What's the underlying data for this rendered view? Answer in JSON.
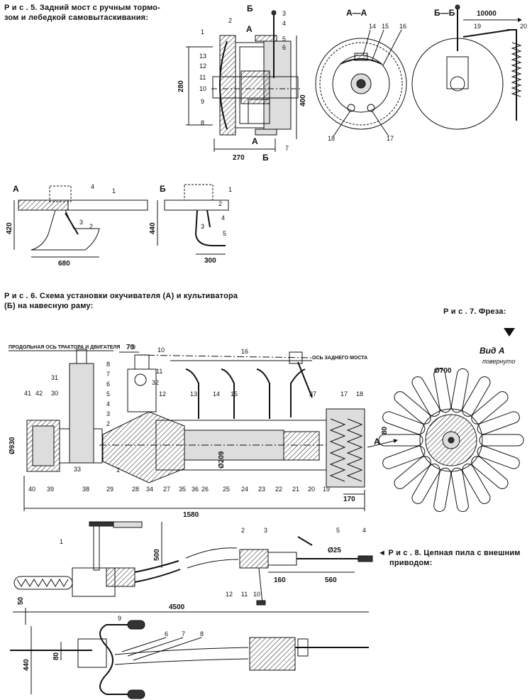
{
  "captions": {
    "fig5": "Р и с . 5. Задний мост с ручным тормозом и лебедкой самовытаскивания:",
    "fig5_line1": "Р и с . 5. Задний мост с ручным тормо-",
    "fig5_line2": "зом и лебедкой самовытаскивания:",
    "fig6_line1": "Р и с . 6. Схема установки окучивателя (А) и культиватора",
    "fig6_line2": "(Б) на навесную раму:",
    "fig7": "Р и с . 7. Фреза:",
    "fig8_line1": "◄ Р и с . 8. Цепная пила с внешним",
    "fig8_line2": "приводом:"
  },
  "fig5": {
    "section_labels": [
      "А—А",
      "Б—Б"
    ],
    "cut_marks": [
      "Б",
      "А",
      "А",
      "Б"
    ],
    "dims": [
      "280",
      "400",
      "270",
      "10000"
    ],
    "parts": [
      "1",
      "2",
      "3",
      "4",
      "5",
      "6",
      "7",
      "8",
      "9",
      "10",
      "11",
      "12",
      "13",
      "14",
      "15",
      "16",
      "17",
      "18",
      "19",
      "20"
    ]
  },
  "fig6": {
    "view_labels": [
      "А",
      "Б"
    ],
    "dims": [
      "420",
      "680",
      "440",
      "300"
    ],
    "parts": [
      "1",
      "2",
      "3",
      "4",
      "5"
    ]
  },
  "fig7": {
    "header_left": "ПРОДОЛЬНАЯ ОСЬ ТРАКТОРА И ДВИГАТЕЛЯ",
    "header_right": "ОСЬ ЗАДНЕГО МОСТА",
    "view_label": "Вид А",
    "view_sub": "повернуто",
    "arrow_label": "А",
    "dims": [
      "70",
      "Ø930",
      "Ø209",
      "1580",
      "170",
      "Ø700",
      "80"
    ],
    "parts": [
      "1",
      "2",
      "3",
      "4",
      "5",
      "6",
      "7",
      "8",
      "9",
      "10",
      "11",
      "12",
      "13",
      "14",
      "15",
      "16",
      "17",
      "18",
      "19",
      "20",
      "21",
      "22",
      "23",
      "24",
      "25",
      "26",
      "27",
      "28",
      "29",
      "30",
      "31",
      "32",
      "33",
      "34",
      "35",
      "36",
      "37",
      "38",
      "39",
      "40",
      "41",
      "42"
    ]
  },
  "fig8": {
    "dims": [
      "500",
      "50",
      "4500",
      "160",
      "560",
      "Ø25",
      "440",
      "80"
    ],
    "parts": [
      "1",
      "2",
      "3",
      "4",
      "5",
      "6",
      "7",
      "8",
      "9",
      "10",
      "11",
      "12"
    ]
  }
}
